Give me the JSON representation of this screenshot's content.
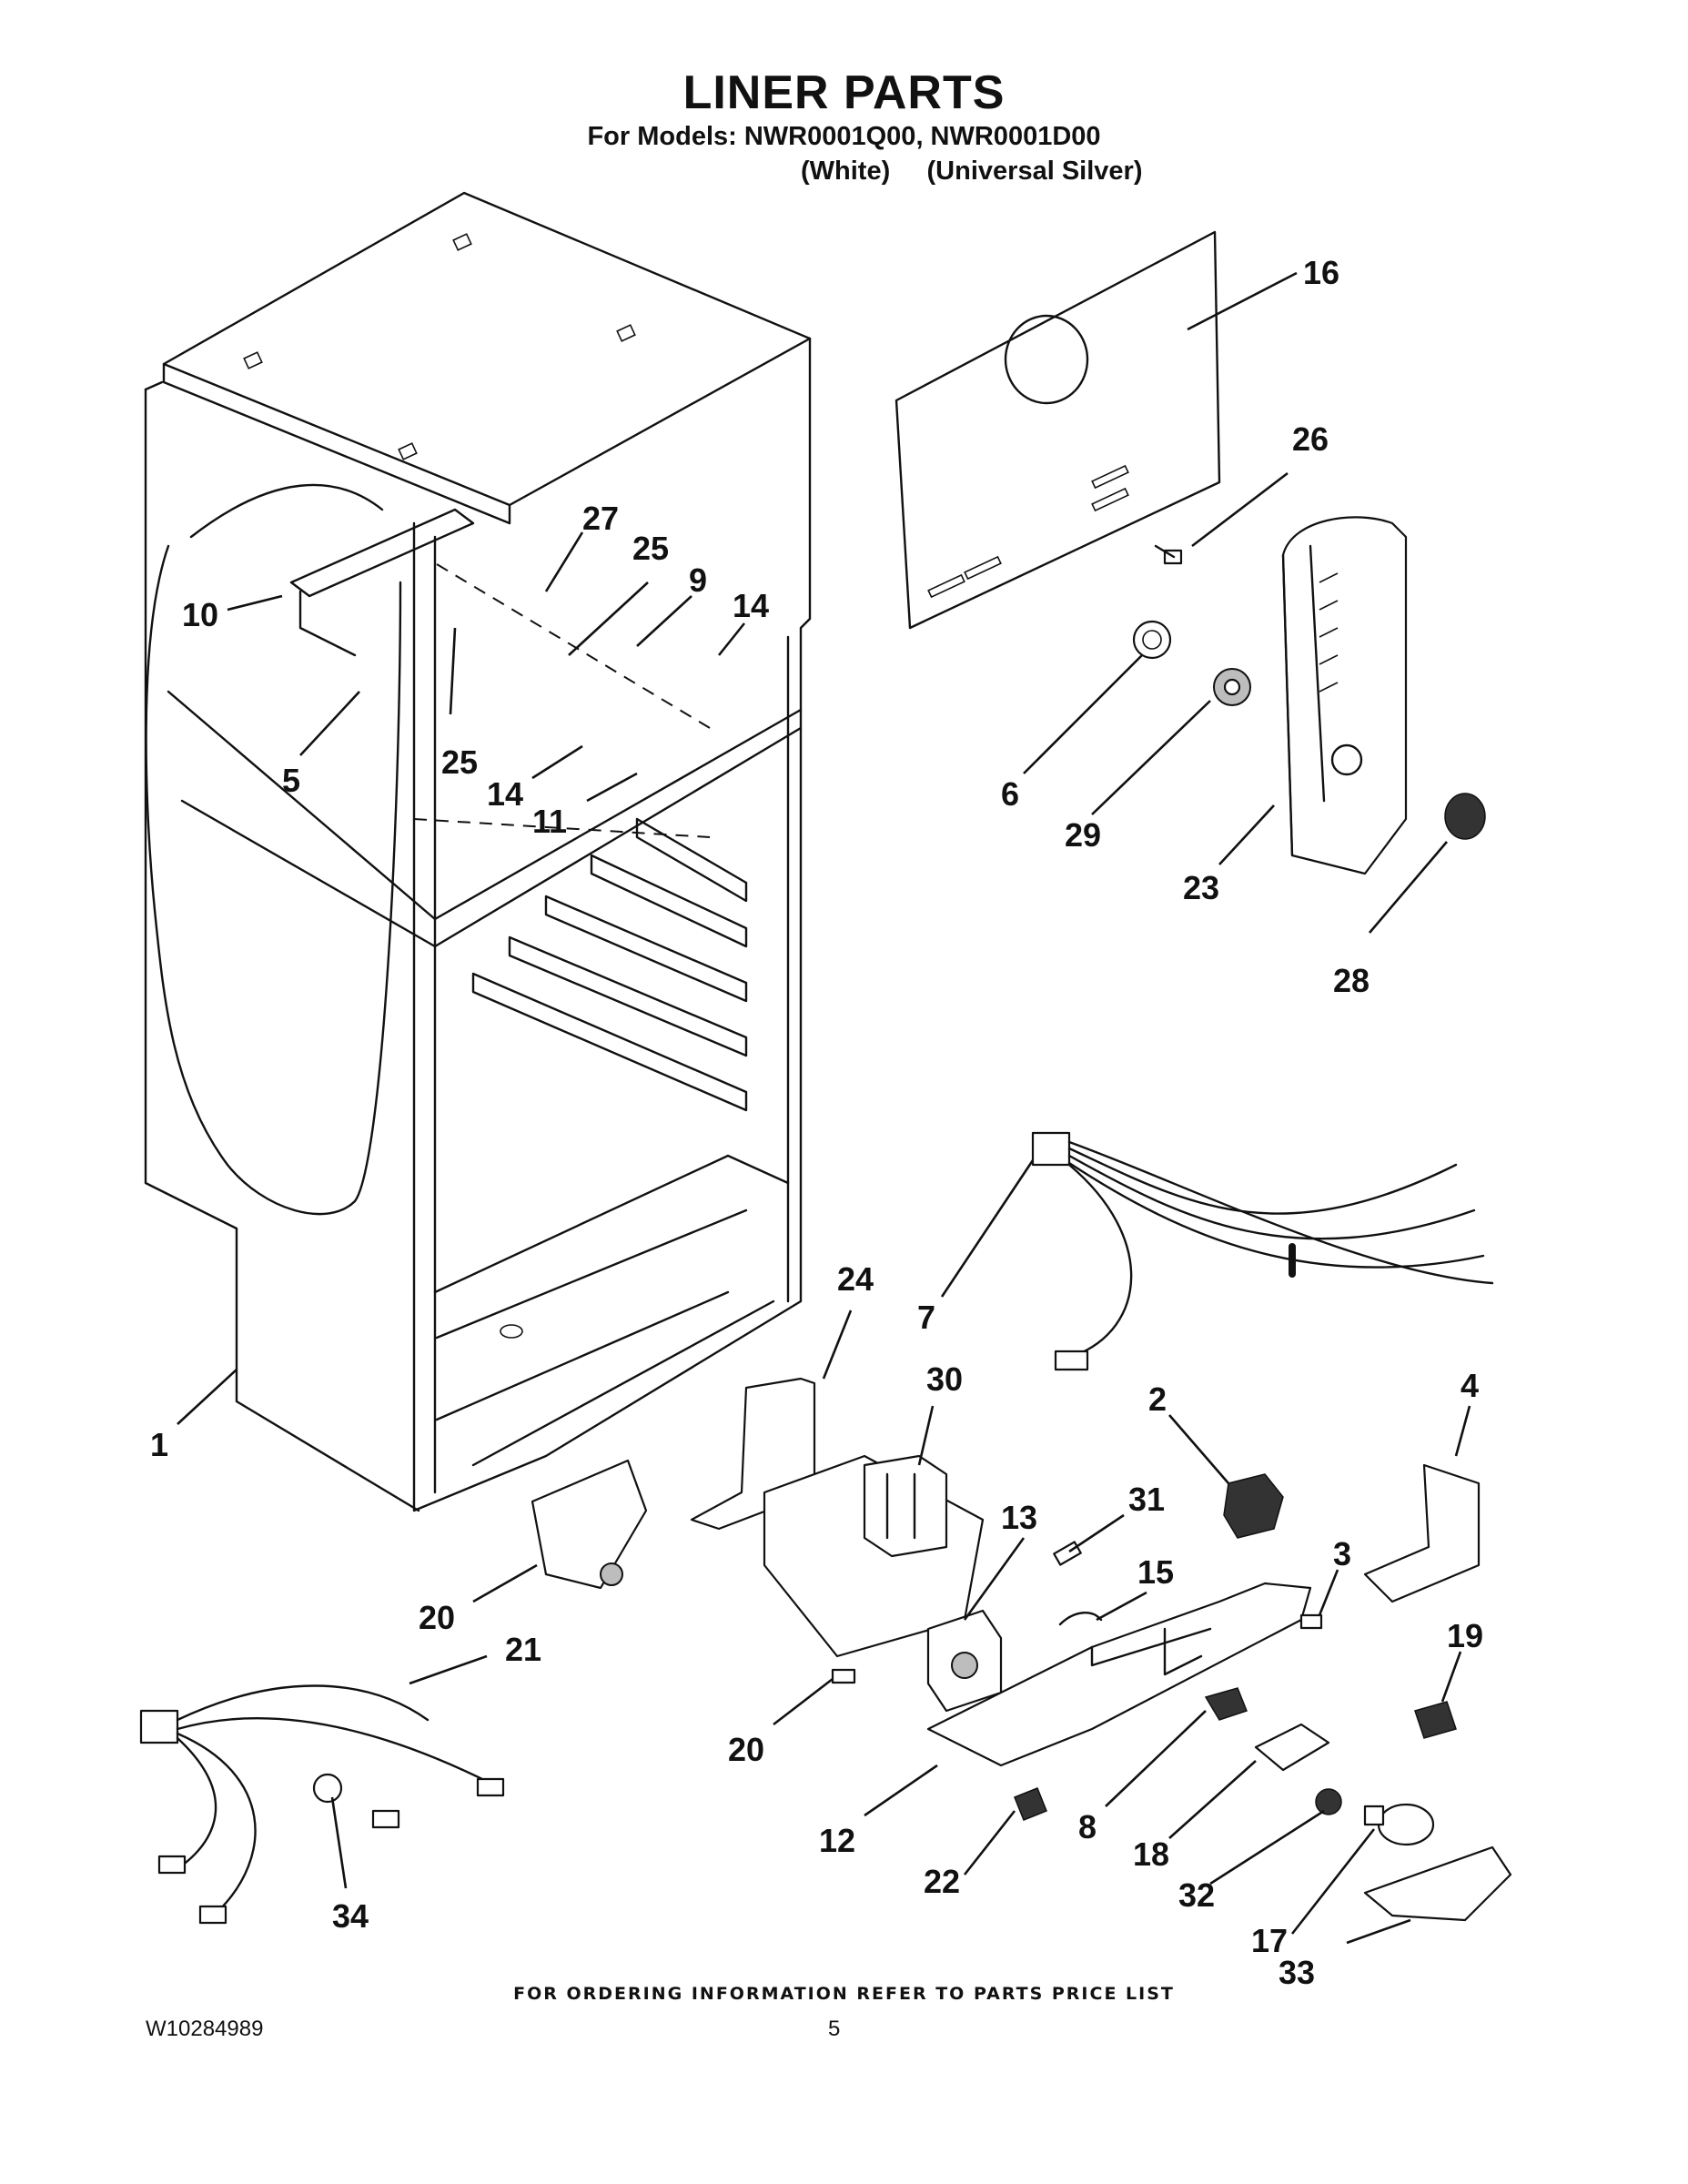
{
  "header": {
    "title": "LINER PARTS",
    "models_line": "For Models: NWR0001Q00, NWR0001D00",
    "colors_line": "(White)     (Universal Silver)"
  },
  "footer": {
    "ordering_note": "FOR ORDERING INFORMATION REFER TO PARTS PRICE LIST",
    "document_number": "W10284989",
    "page_number": "5"
  },
  "callouts": [
    {
      "id": "c16",
      "label": "16"
    },
    {
      "id": "c26",
      "label": "26"
    },
    {
      "id": "c27",
      "label": "27"
    },
    {
      "id": "c25a",
      "label": "25"
    },
    {
      "id": "c9",
      "label": "9"
    },
    {
      "id": "c14a",
      "label": "14"
    },
    {
      "id": "c10",
      "label": "10"
    },
    {
      "id": "c5",
      "label": "5"
    },
    {
      "id": "c25b",
      "label": "25"
    },
    {
      "id": "c14b",
      "label": "14"
    },
    {
      "id": "c11",
      "label": "11"
    },
    {
      "id": "c6",
      "label": "6"
    },
    {
      "id": "c29",
      "label": "29"
    },
    {
      "id": "c23",
      "label": "23"
    },
    {
      "id": "c28",
      "label": "28"
    },
    {
      "id": "c7",
      "label": "7"
    },
    {
      "id": "c24",
      "label": "24"
    },
    {
      "id": "c30",
      "label": "30"
    },
    {
      "id": "c2",
      "label": "2"
    },
    {
      "id": "c4",
      "label": "4"
    },
    {
      "id": "c1",
      "label": "1"
    },
    {
      "id": "c31",
      "label": "31"
    },
    {
      "id": "c13",
      "label": "13"
    },
    {
      "id": "c15",
      "label": "15"
    },
    {
      "id": "c3",
      "label": "3"
    },
    {
      "id": "c20a",
      "label": "20"
    },
    {
      "id": "c21",
      "label": "21"
    },
    {
      "id": "c19",
      "label": "19"
    },
    {
      "id": "c20b",
      "label": "20"
    },
    {
      "id": "c12",
      "label": "12"
    },
    {
      "id": "c8",
      "label": "8"
    },
    {
      "id": "c18",
      "label": "18"
    },
    {
      "id": "c22",
      "label": "22"
    },
    {
      "id": "c32",
      "label": "32"
    },
    {
      "id": "c34",
      "label": "34"
    },
    {
      "id": "c17",
      "label": "17"
    },
    {
      "id": "c33",
      "label": "33"
    }
  ]
}
